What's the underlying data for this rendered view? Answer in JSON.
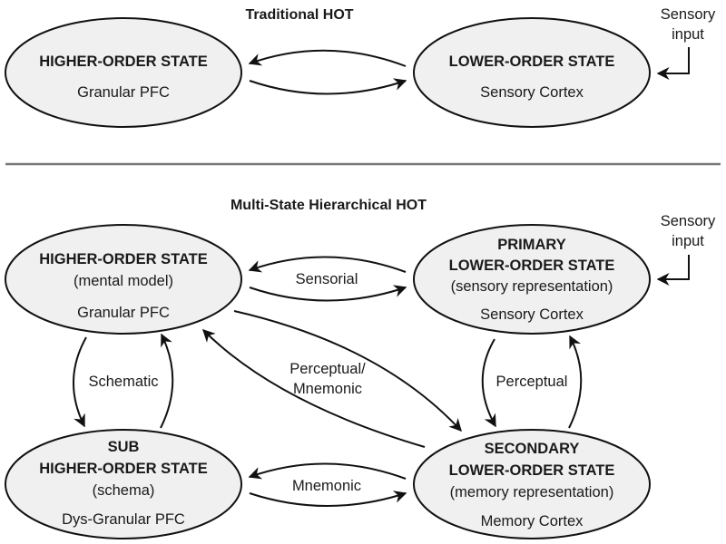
{
  "top_panel": {
    "title": "Traditional HOT",
    "nodes": {
      "higher": {
        "lines": [
          "HIGHER-ORDER STATE"
        ],
        "region": "Granular PFC"
      },
      "lower": {
        "lines": [
          "LOWER-ORDER STATE"
        ],
        "region": "Sensory Cortex"
      }
    },
    "sensory_input": [
      "Sensory",
      "input"
    ]
  },
  "bottom_panel": {
    "title": "Multi-State Hierarchical HOT",
    "nodes": {
      "higher": {
        "lines": [
          "HIGHER-ORDER STATE",
          "(mental model)"
        ],
        "region": "Granular PFC"
      },
      "primary": {
        "lines": [
          "PRIMARY",
          "LOWER-ORDER STATE",
          "(sensory representation)"
        ],
        "region": "Sensory Cortex"
      },
      "sub": {
        "lines": [
          "SUB",
          "HIGHER-ORDER STATE",
          "(schema)"
        ],
        "region": "Dys-Granular PFC"
      },
      "secondary": {
        "lines": [
          "SECONDARY",
          "LOWER-ORDER STATE",
          "(memory representation)"
        ],
        "region": "Memory Cortex"
      }
    },
    "sensory_input": [
      "Sensory",
      "input"
    ],
    "edge_labels": {
      "sensorial": "Sensorial",
      "schematic": "Schematic",
      "perceptual_mnemonic": [
        "Perceptual/",
        "Mnemonic"
      ],
      "perceptual": "Perceptual",
      "mnemonic": "Mnemonic"
    }
  }
}
